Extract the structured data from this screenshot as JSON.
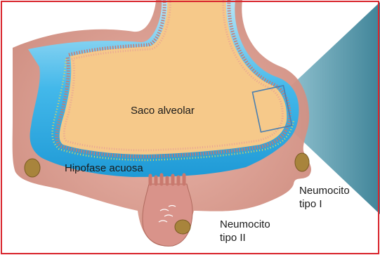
{
  "labels": {
    "alveolar_sac": "Saco alveolar",
    "aqueous_hypophase": "Hipofase acuosa",
    "pneumocyte_type1_line1": "Neumocito",
    "pneumocyte_type1_line2": "tipo I",
    "pneumocyte_type2_line1": "Neumocito",
    "pneumocyte_type2_line2": "tipo II"
  },
  "colors": {
    "frame": "#d9262e",
    "tissue": "#d99a8f",
    "hypophase": "#3fb7e8",
    "air_space": "#f6c98a",
    "surfactant": "#c9796e",
    "nucleus": "#a8843c",
    "zoom_region": "#5b9fb3"
  }
}
